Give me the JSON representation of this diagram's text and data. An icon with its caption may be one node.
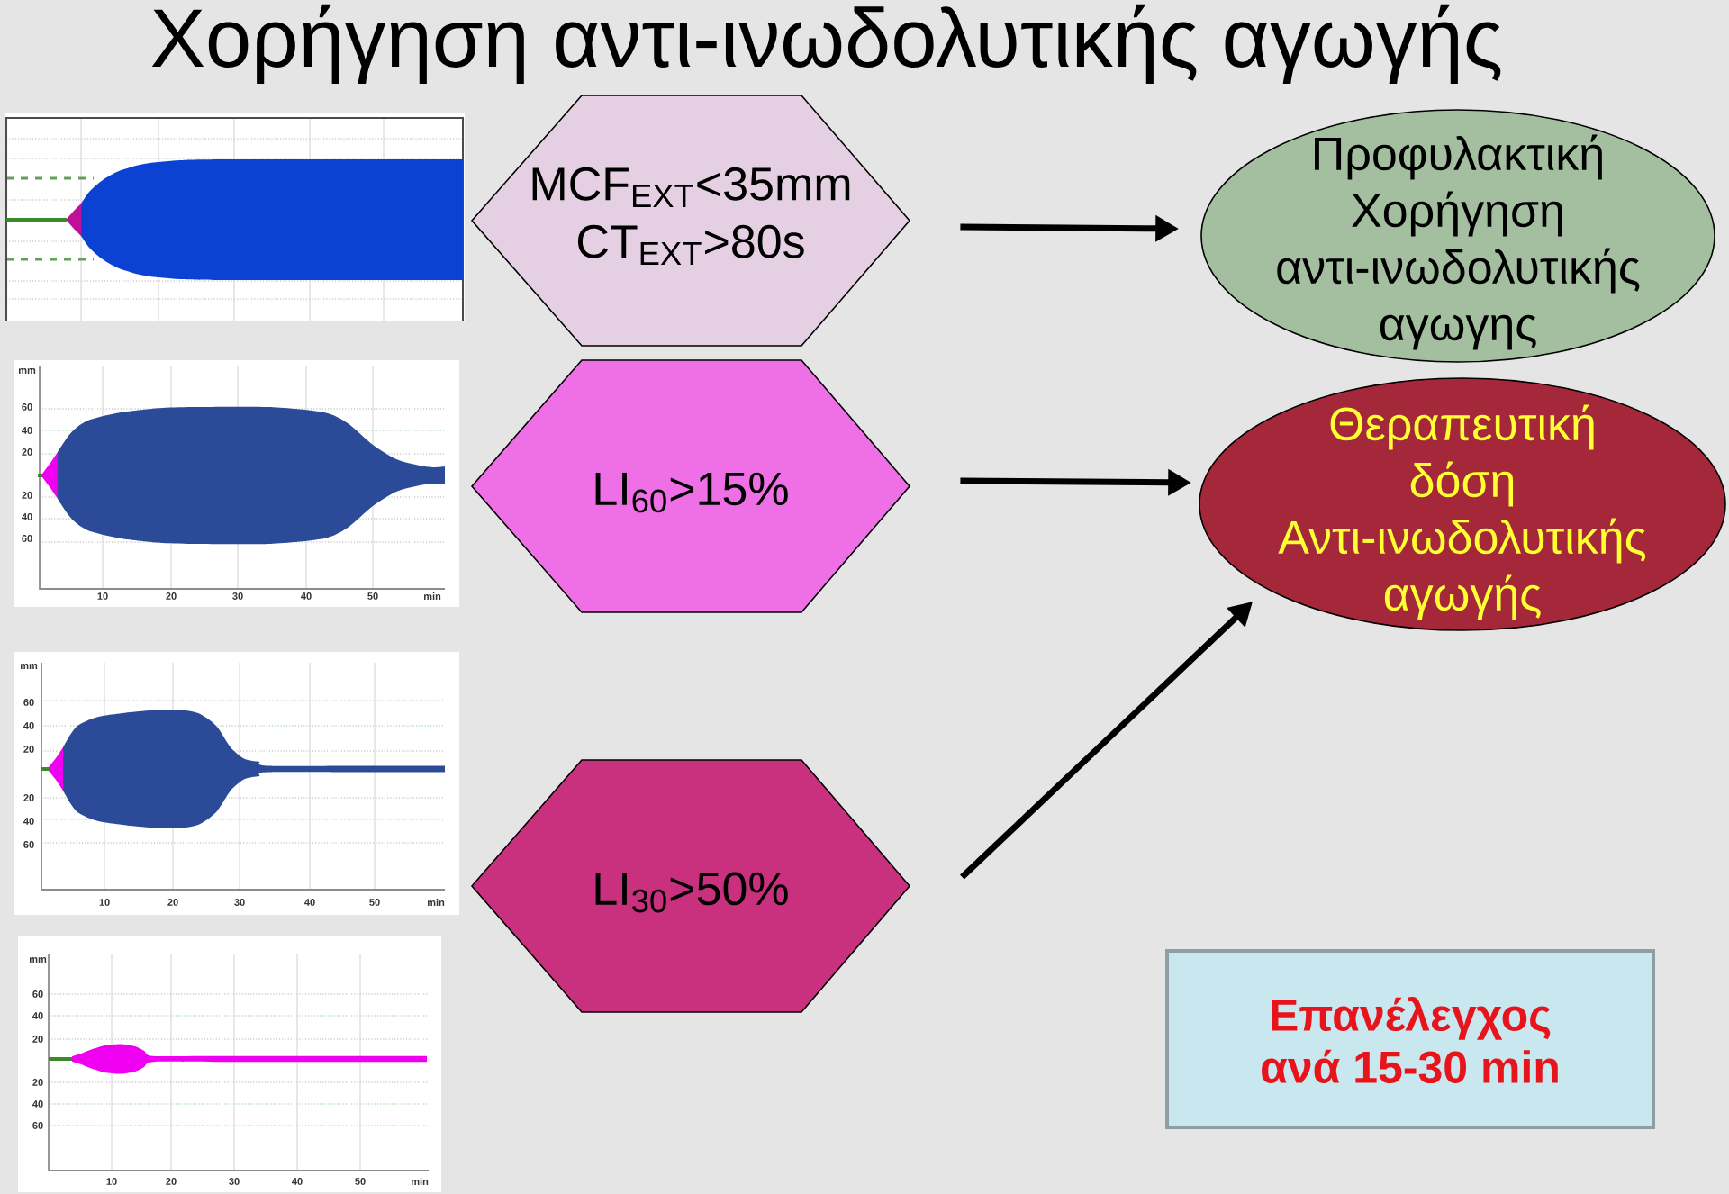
{
  "diagram": {
    "title": "Χορήγηση αντι-ινωδολυτικής αγωγής",
    "nodes": [
      {
        "text": [
          "MCF$_{EXT}$<35mm",
          "CT$_{EXT}$>80s"
        ]
      },
      {
        "text": [
          "LI$_{60}$>15%"
        ]
      },
      {
        "text": [
          "LI$_{30}$>50%"
        ]
      },
      {
        "text": [
          "Προφυλακτική Χορήγηση αντι-ινωδολυτικής αγωγης"
        ]
      },
      {
        "text": [
          "Θεραπευτική δόση Αντι-ινωδολυτικής αγωγής"
        ]
      },
      {
        "text": [
          "Επανέλεγχος ανά 15-30 min"
        ]
      }
    ],
    "edges": [
      {
        "from": 0,
        "to": 3,
        "arrow": "to"
      },
      {
        "from": 1,
        "to": 4,
        "arrow": "to"
      },
      {
        "from": 2,
        "to": 4,
        "arrow": "to"
      }
    ],
    "labels": [
      "mm",
      "60",
      "40",
      "20",
      "20",
      "40",
      "60",
      "10",
      "20",
      "30",
      "40",
      "50",
      "min",
      "mm",
      "60",
      "40",
      "20",
      "20",
      "40",
      "60",
      "10",
      "20",
      "30",
      "40",
      "50",
      "min",
      "mm",
      "60",
      "40",
      "20",
      "20",
      "40",
      "60",
      "10",
      "20",
      "30",
      "40",
      "50",
      "min"
    ]
  }
}
